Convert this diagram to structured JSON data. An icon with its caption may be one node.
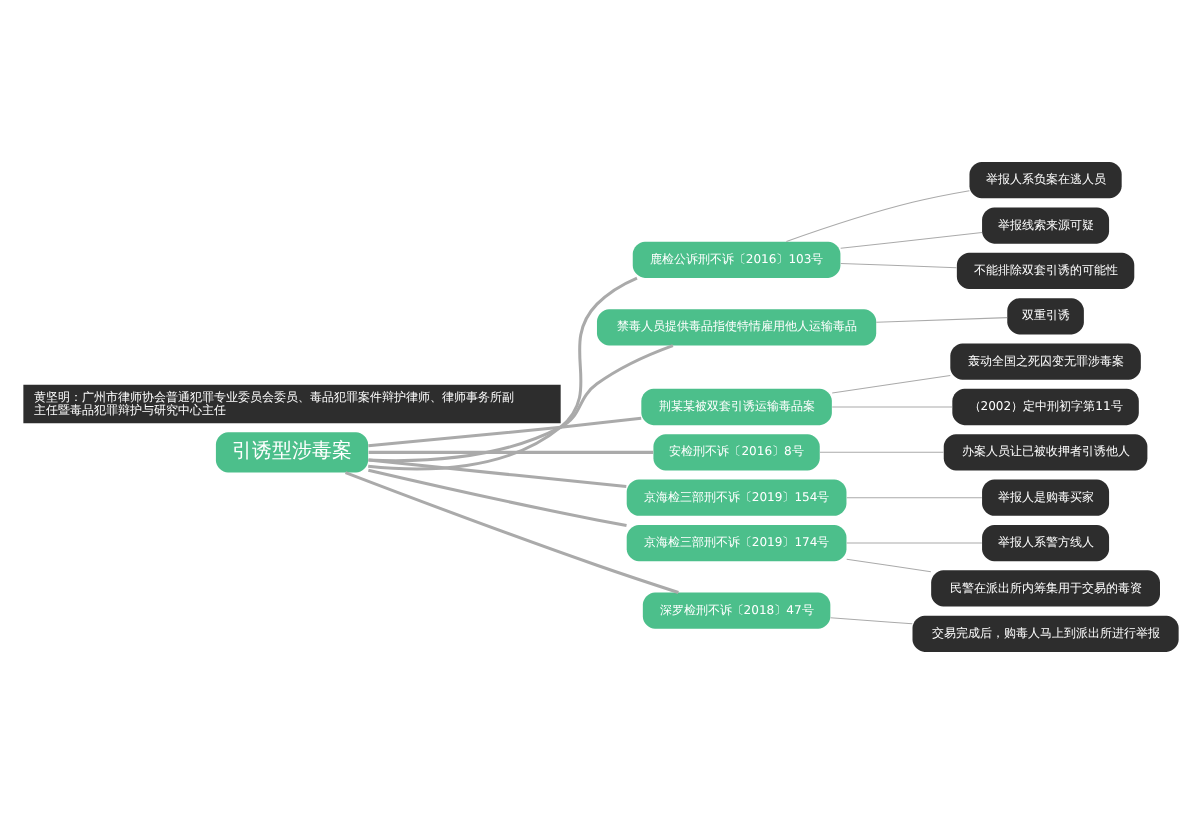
{
  "diagram": {
    "nodes": [
      {
        "text": [
          "引诱型涉毒案"
        ]
      },
      {
        "text": [
          "鹿检公诉刑不诉〔2016〕103号"
        ]
      },
      {
        "text": [
          "举报人系负案在逃人员"
        ]
      },
      {
        "text": [
          "举报线索来源可疑"
        ]
      },
      {
        "text": [
          "不能排除双套引诱的可能性"
        ]
      },
      {
        "text": [
          "禁毒人员提供毒品指使特情雇用他人运输毒品"
        ]
      },
      {
        "text": [
          "双重引诱"
        ]
      },
      {
        "text": [
          "荆某某被双套引诱运输毒品案"
        ]
      },
      {
        "text": [
          "轰动全国之死囚变无罪涉毒案"
        ]
      },
      {
        "text": [
          "（2002）定中刑初字第11号"
        ]
      },
      {
        "text": [
          "安检刑不诉〔2016〕8号"
        ]
      },
      {
        "text": [
          "办案人员让已被收押者引诱他人"
        ]
      },
      {
        "text": [
          "京海检三部刑不诉〔2019〕154号"
        ]
      },
      {
        "text": [
          "举报人是购毒买家"
        ]
      },
      {
        "text": [
          "京海检三部刑不诉〔2019〕174号"
        ]
      },
      {
        "text": [
          "举报人系警方线人"
        ]
      },
      {
        "text": [
          "民警在派出所内筹集用于交易的毒资"
        ]
      },
      {
        "text": [
          "深罗检刑不诉〔2018〕47号"
        ]
      },
      {
        "text": [
          "交易完成后，购毒人马上到派出所进行举报"
        ]
      }
    ],
    "edges": [
      {
        "from": 0,
        "to": 1,
        "arrow": "none"
      },
      {
        "from": 1,
        "to": 2,
        "arrow": "none"
      },
      {
        "from": 1,
        "to": 3,
        "arrow": "none"
      },
      {
        "from": 1,
        "to": 4,
        "arrow": "none"
      },
      {
        "from": 0,
        "to": 5,
        "arrow": "none"
      },
      {
        "from": 5,
        "to": 6,
        "arrow": "none"
      },
      {
        "from": 0,
        "to": 7,
        "arrow": "none"
      },
      {
        "from": 7,
        "to": 8,
        "arrow": "none"
      },
      {
        "from": 7,
        "to": 9,
        "arrow": "none"
      },
      {
        "from": 0,
        "to": 10,
        "arrow": "none"
      },
      {
        "from": 10,
        "to": 11,
        "arrow": "none"
      },
      {
        "from": 0,
        "to": 12,
        "arrow": "none"
      },
      {
        "from": 12,
        "to": 13,
        "arrow": "none"
      },
      {
        "from": 0,
        "to": 14,
        "arrow": "none"
      },
      {
        "from": 14,
        "to": 15,
        "arrow": "none"
      },
      {
        "from": 14,
        "to": 16,
        "arrow": "none"
      },
      {
        "from": 0,
        "to": 17,
        "arrow": "none"
      },
      {
        "from": 17,
        "to": 18,
        "arrow": "none"
      }
    ],
    "labels": [
      "黄坚明：广州市律师协会普通犯罪专业委员会委员、毒品犯罪案件辩护律师、律师事务所副主任暨毒品犯罪辩护与研究中心主任"
    ]
  }
}
